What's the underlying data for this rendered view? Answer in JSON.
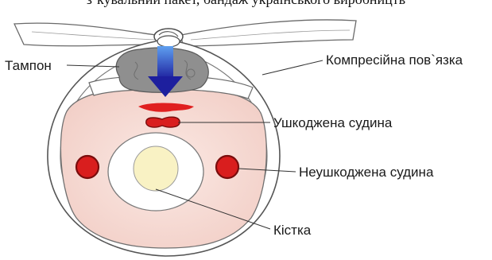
{
  "header_text": "з’кувальний пакет, бандаж українського виробництв",
  "labels": {
    "tampon": "Тампон",
    "compression_bandage": "Компресійна пов`язка",
    "damaged_vessel": "Ушкоджена судина",
    "undamaged_vessel": "Неушкоджена судина",
    "bone": "Кістка"
  },
  "colors": {
    "tissue": "#f7dcd6",
    "vessel": "#d91e1e",
    "vessel_outline": "#7a0d0d",
    "arrow": "#2a2fb8",
    "tampon": "#8f8f8f",
    "bone_core": "#f9f2c4",
    "bone_ring": "#ffffff",
    "outline": "#555555"
  },
  "icons": {
    "pressure_arrow": "down-arrow-icon",
    "knot": "knot-icon"
  }
}
